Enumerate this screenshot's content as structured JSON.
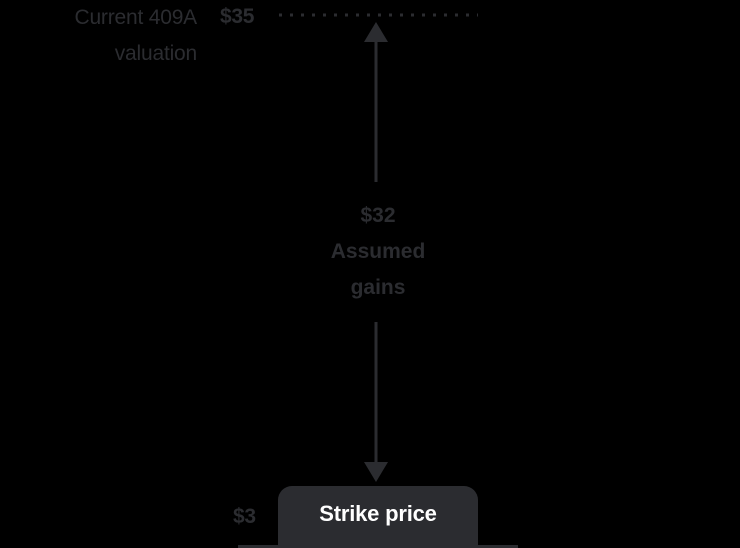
{
  "diagram": {
    "top_label": {
      "line1": "Current 409A",
      "line2": "valuation"
    },
    "top_price": "$35",
    "gain": {
      "amount": "$32",
      "line1": "Assumed",
      "line2": "gains"
    },
    "bottom_price": "$3",
    "strike_label": "Strike price",
    "colors": {
      "background": "#000000",
      "muted": "#2b2c30",
      "strike_text": "#ffffff"
    }
  }
}
